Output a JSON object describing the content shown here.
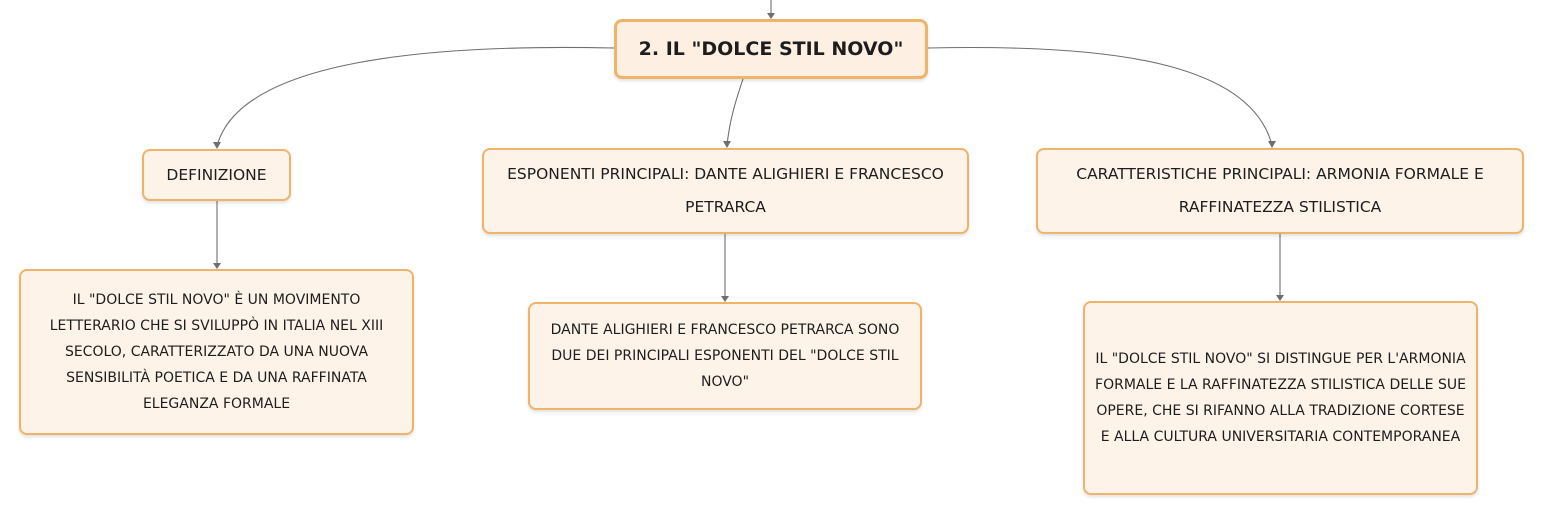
{
  "root": {
    "title": "2. IL \"DOLCE STIL NOVO\""
  },
  "branches": [
    {
      "label": "DEFINIZIONE",
      "detail": "IL \"DOLCE STIL NOVO\" È UN MOVIMENTO LETTERARIO CHE SI SVILUPPÒ IN ITALIA NEL XIII SECOLO, CARATTERIZZATO DA UNA NUOVA SENSIBILITÀ POETICA E DA UNA RAFFINATA ELEGANZA FORMALE"
    },
    {
      "label": "ESPONENTI PRINCIPALI: DANTE ALIGHIERI E FRANCESCO PETRARCA",
      "detail": "DANTE ALIGHIERI E FRANCESCO PETRARCA SONO DUE DEI PRINCIPALI ESPONENTI DEL \"DOLCE STIL NOVO\""
    },
    {
      "label": "CARATTERISTICHE PRINCIPALI: ARMONIA FORMALE E RAFFINATEZZA STILISTICA",
      "detail": "IL \"DOLCE STIL NOVO\" SI DISTINGUE PER L'ARMONIA FORMALE E LA RAFFINATEZZA STILISTICA DELLE SUE OPERE, CHE SI RIFANNO ALLA TRADIZIONE CORTESE E ALLA CULTURA UNIVERSITARIA CONTEMPORANEA"
    }
  ],
  "colors": {
    "node_fill": "#fdf3e9",
    "node_border": "#f0b36a",
    "connector": "#6f6f6f",
    "text": "#1d1d1d"
  }
}
